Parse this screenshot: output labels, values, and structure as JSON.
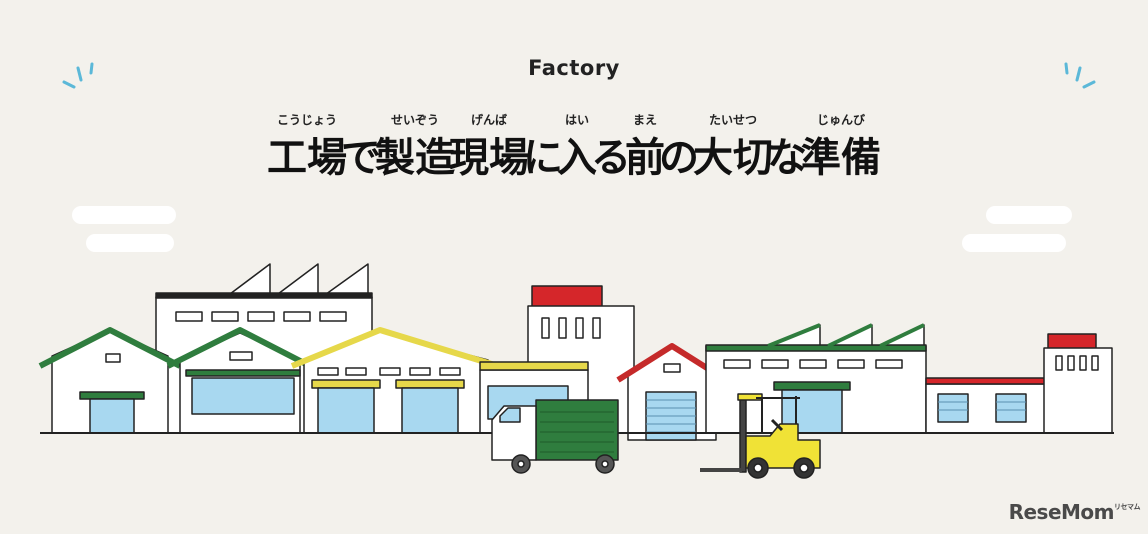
{
  "header": {
    "eyebrow": "Factory",
    "title_chars": [
      {
        "base": "工場",
        "ruby": "こうじょう"
      },
      {
        "base": "で",
        "ruby": ""
      },
      {
        "base": "製造",
        "ruby": "せいぞう"
      },
      {
        "base": "現場",
        "ruby": "げんば"
      },
      {
        "base": "に",
        "ruby": ""
      },
      {
        "base": "入",
        "ruby": "はい"
      },
      {
        "base": "る",
        "ruby": ""
      },
      {
        "base": "前",
        "ruby": "まえ"
      },
      {
        "base": "の",
        "ruby": ""
      },
      {
        "base": "大切",
        "ruby": "たいせつ"
      },
      {
        "base": "な",
        "ruby": ""
      },
      {
        "base": "準備",
        "ruby": "じゅんび"
      }
    ]
  },
  "logo": {
    "text": "ReseMom",
    "sup": "リセマム"
  },
  "colors": {
    "background": "#f3f1ec",
    "roof_green": "#2f7d3e",
    "roof_yellow": "#e6d84a",
    "roof_red": "#d5262a",
    "window_blue": "#a8d8f0",
    "truck_green": "#2f7d3e",
    "forklift_yellow": "#f0e236",
    "accent_blue": "#5bb8d8"
  },
  "icons": [
    "sparkle-left-icon",
    "sparkle-right-icon",
    "cloud-icon",
    "factory-illustration",
    "truck-icon",
    "forklift-icon"
  ]
}
